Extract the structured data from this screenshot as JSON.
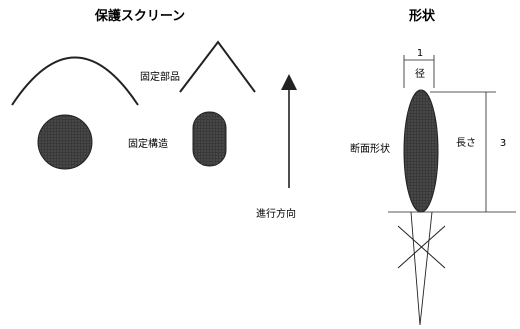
{
  "left_title": "保護スクリーン",
  "right_title": "形状",
  "labels": {
    "fixing_part": "固定部品",
    "fixing_structure": "固定構造",
    "travel_direction": "進行方向",
    "section_shape": "断面形状",
    "diameter": "径",
    "length": "長さ"
  },
  "dimensions": {
    "diameter_value": "1",
    "length_value": "3"
  },
  "colors": {
    "ink": "#222222",
    "fill": "#3a3a3a"
  }
}
